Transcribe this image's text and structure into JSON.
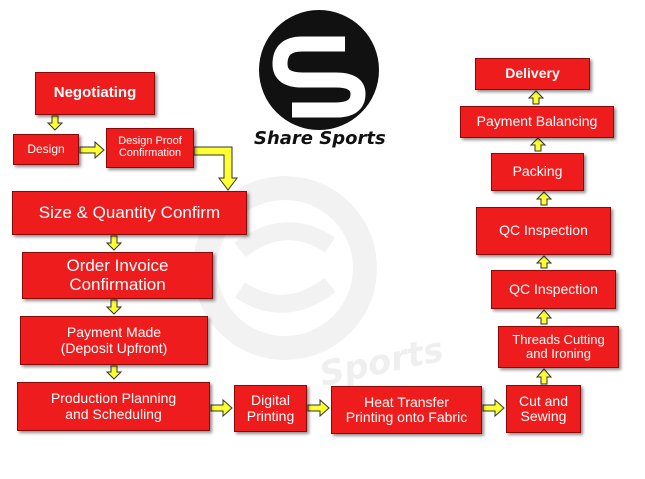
{
  "brand": {
    "name": "Share Sports",
    "logo_icon": "share-sports-s-logo",
    "watermark_text": "Sports"
  },
  "colors": {
    "box_fill": "#ee1c1c",
    "arrow_fill": "#ffff33",
    "arrow_stroke": "#333333",
    "text": "#ffffff"
  },
  "steps": {
    "negotiating": "Negotiating",
    "design": "Design",
    "design_proof_1": "Design Proof",
    "design_proof_2": "Confirmation",
    "size_quantity": "Size & Quantity Confirm",
    "order_invoice_1": "Order Invoice",
    "order_invoice_2": "Confirmation",
    "payment_made_1": "Payment Made",
    "payment_made_2": "(Deposit Upfront)",
    "production_1": "Production Planning",
    "production_2": "and Scheduling",
    "digital_1": "Digital",
    "digital_2": "Printing",
    "heat_1": "Heat Transfer",
    "heat_2": "Printing onto Fabric",
    "cut_1": "Cut and",
    "cut_2": "Sewing",
    "threads_1": "Threads Cutting",
    "threads_2": "and Ironing",
    "qc_1": "QC Inspection",
    "qc_2": "QC Inspection",
    "packing": "Packing",
    "payment_balancing": "Payment Balancing",
    "delivery": "Delivery"
  }
}
